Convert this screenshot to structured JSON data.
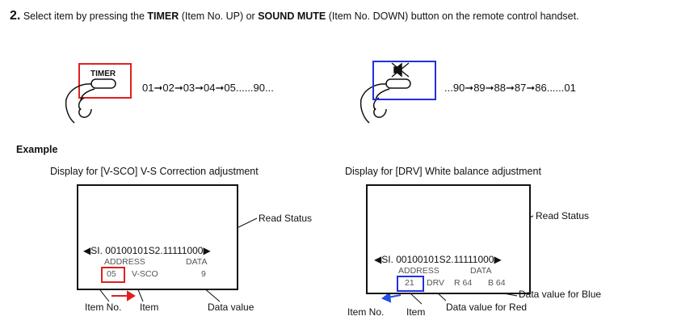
{
  "instruction": {
    "number": "2.",
    "part1": " Select item by pressing the ",
    "timer": "TIMER",
    "part2": " (Item No. UP) or ",
    "mute": "SOUND MUTE",
    "part3": " (Item No. DOWN) button on the remote control handset."
  },
  "left_remote": {
    "button_label": "TIMER",
    "sequence": "01➞02➞03➞04➞05......90..."
  },
  "right_remote": {
    "button_icon": "sound-mute-icon",
    "sequence": "...90➞89➞88➞87➞86......01"
  },
  "example": {
    "label": "Example",
    "left": {
      "heading": "Display for [V-SCO] V-S Correction adjustment",
      "status_line": "◀SI. 00100101S2.11111000▶",
      "address_label": "ADDRESS",
      "data_label": "DATA",
      "item_no": "05",
      "item": "V-SCO",
      "value": "9",
      "callout_read_status": "Read Status",
      "callout_item_no": "Item No.",
      "callout_item": "Item",
      "callout_data_value": "Data value"
    },
    "right": {
      "heading": "Display for  [DRV]  White balance adjustment",
      "status_line": "◀SI. 00100101S2.11111000▶",
      "address_label": "ADDRESS",
      "data_label": "DATA",
      "item_no": "21",
      "item": "DRV",
      "value_red": "R 64",
      "value_blue": "B 64",
      "callout_read_status": "Read Status",
      "callout_item_no": "Item No.",
      "callout_item": "Item",
      "callout_red": "Data value for Red",
      "callout_blue": "Data value for Blue"
    }
  },
  "colors": {
    "timer_box": "#e02020",
    "mute_box": "#2030e0",
    "arrow_red": "#e02020",
    "arrow_blue": "#2050e0"
  }
}
